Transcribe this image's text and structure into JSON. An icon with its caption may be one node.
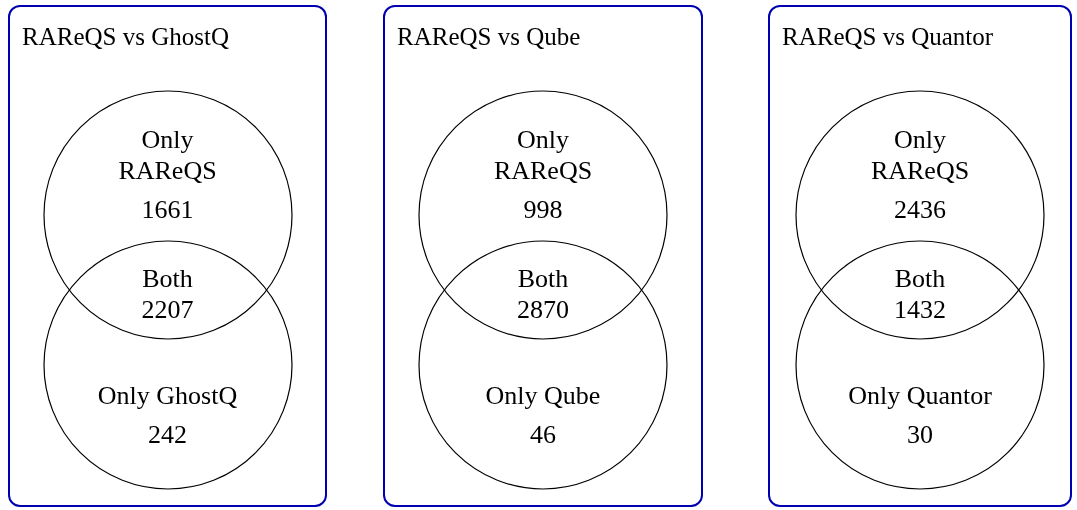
{
  "diagram": {
    "nodes": [
      {
        "text": [
          "RAReQS vs GhostQ"
        ]
      },
      {
        "text": [
          "Only RAReQS",
          "1661"
        ],
        "in": 0
      },
      {
        "text": [
          "Both",
          "2207"
        ]
      },
      {
        "text": [
          "Only GhostQ",
          "242"
        ],
        "in": 0
      },
      {
        "text": [
          "RAReQS vs Qube"
        ]
      },
      {
        "text": [
          "Only RAReQS",
          "998"
        ],
        "in": 4
      },
      {
        "text": [
          "Both",
          "2870"
        ]
      },
      {
        "text": [
          "Only Qube",
          "46"
        ],
        "in": 4
      },
      {
        "text": [
          "RAReQS vs Quantor"
        ]
      },
      {
        "text": [
          "Only RAReQS",
          "2436"
        ],
        "in": 8
      },
      {
        "text": [
          "Both",
          "1432"
        ]
      },
      {
        "text": [
          "Only Quantor",
          "30"
        ],
        "in": 8
      }
    ]
  }
}
